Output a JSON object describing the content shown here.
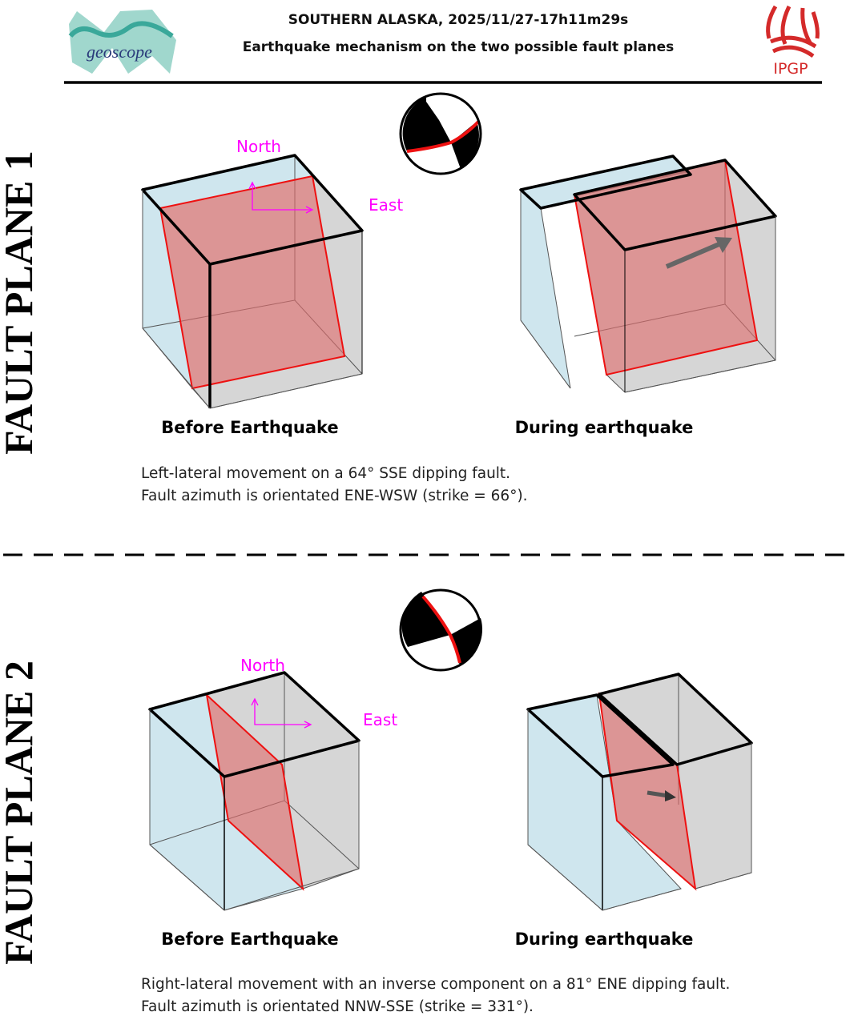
{
  "header": {
    "title": "SOUTHERN ALASKA, 2025/11/27-17h11m29s",
    "subtitle": "Earthquake mechanism on the two possible fault planes",
    "left_logo": "geoscope",
    "right_logo": "IPGP"
  },
  "colors": {
    "fault": "#ee1111",
    "direction_labels": "#ff00ff",
    "block_blue": "#cfe6ee",
    "block_gray": "#d6d6d6"
  },
  "planes": [
    {
      "side_label": "FAULT PLANE 1",
      "north": "North",
      "east": "East",
      "before_caption": "Before Earthquake",
      "during_caption": "During earthquake",
      "description_line1": "Left-lateral movement on a 64° SSE dipping fault.",
      "description_line2": "Fault azimuth is orientated ENE-WSW (strike = 66°)."
    },
    {
      "side_label": "FAULT PLANE 2",
      "north": "North",
      "east": "East",
      "before_caption": "Before Earthquake",
      "during_caption": "During earthquake",
      "description_line1": "Right-lateral movement with an inverse component on a 81° ENE dipping fault.",
      "description_line2": "Fault azimuth is orientated NNW-SSE (strike = 331°)."
    }
  ]
}
